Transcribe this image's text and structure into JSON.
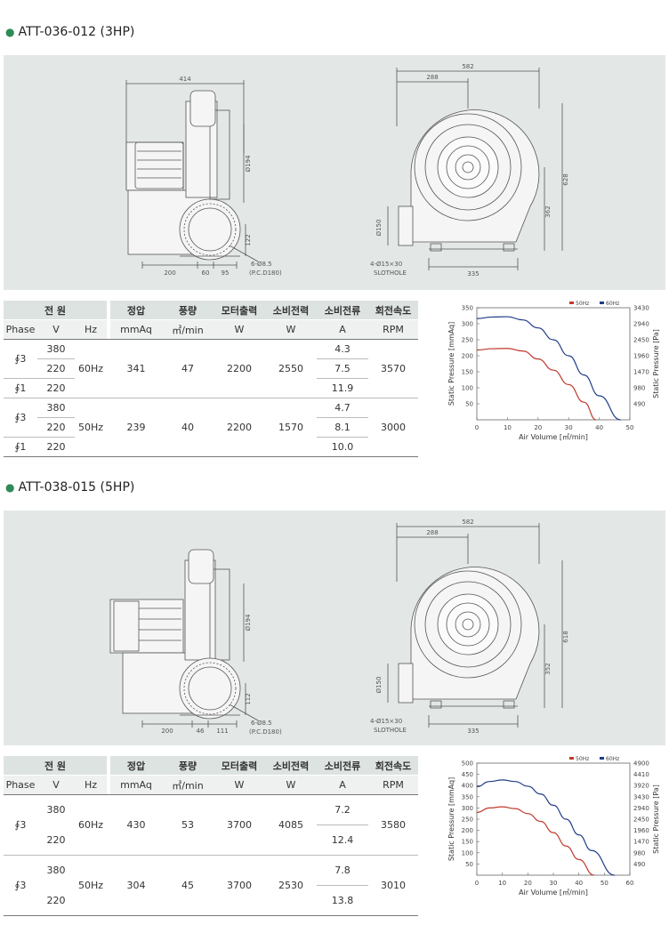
{
  "sections": [
    {
      "title": "ATT-036-012 (3HP)",
      "drawing": {
        "side_dims": {
          "length": "414",
          "fan_dia": "Ø194",
          "base_a": "200",
          "base_b": "60",
          "base_c": "95",
          "height": "122",
          "holes": "6-Ø8.5",
          "pcd": "(P.C.D180)"
        },
        "front_dims": {
          "width": "582",
          "half": "288",
          "height": "628",
          "inner_h": "362",
          "outlet": "Ø150",
          "base_w": "335",
          "slot": "4-Ø15×30",
          "slot_label": "SLOTHOLE"
        }
      },
      "table": {
        "headers1": [
          "전 원",
          "정압",
          "풍량",
          "모터출력",
          "소비전력",
          "소비전류",
          "회전속도"
        ],
        "headers2": [
          "Phase",
          "V",
          "Hz",
          "mmAq",
          "㎥/min",
          "W",
          "W",
          "A",
          "RPM"
        ],
        "groups": [
          {
            "hz": "60Hz",
            "pressure": "341",
            "flow": "47",
            "motor": "2200",
            "power": "2550",
            "rpm": "3570",
            "rows": [
              {
                "phase": "∮3",
                "v": "380",
                "a": "4.3"
              },
              {
                "phase": "",
                "v": "220",
                "a": "7.5"
              },
              {
                "phase": "∮1",
                "v": "220",
                "a": "11.9"
              }
            ]
          },
          {
            "hz": "50Hz",
            "pressure": "239",
            "flow": "40",
            "motor": "2200",
            "power": "1570",
            "rpm": "3000",
            "rows": [
              {
                "phase": "∮3",
                "v": "380",
                "a": "4.7"
              },
              {
                "phase": "",
                "v": "220",
                "a": "8.1"
              },
              {
                "phase": "∮1",
                "v": "220",
                "a": "10.0"
              }
            ]
          }
        ]
      },
      "chart_data": {
        "type": "line",
        "xlabel": "Air Volume [㎥/min]",
        "ylabel": "Static Pressure [mmAq]",
        "ylabel_right": "Static Pressure [Pa]",
        "xlim": [
          0,
          50
        ],
        "ylim": [
          0,
          350
        ],
        "x_ticks": [
          0,
          10,
          20,
          30,
          40,
          50
        ],
        "y_ticks": [
          50,
          100,
          150,
          200,
          250,
          300,
          350
        ],
        "y_right_ticks": [
          "490",
          "980",
          "1470",
          "1960",
          "2450",
          "2940",
          "3430"
        ],
        "legend": "top-right",
        "series": [
          {
            "name": "50Hz",
            "color": "#c0392b",
            "x": [
              0,
              5,
              10,
              15,
              20,
              25,
              30,
              35,
              39
            ],
            "y": [
              218,
              222,
              223,
              215,
              190,
              155,
              110,
              55,
              0
            ]
          },
          {
            "name": "60Hz",
            "color": "#1f3c88",
            "x": [
              0,
              5,
              10,
              15,
              20,
              25,
              30,
              35,
              40,
              47
            ],
            "y": [
              316,
              321,
              322,
              312,
              287,
              250,
              200,
              140,
              75,
              0
            ]
          }
        ]
      }
    },
    {
      "title": "ATT-038-015 (5HP)",
      "drawing": {
        "side_dims": {
          "length": "",
          "fan_dia": "Ø194",
          "base_a": "200",
          "base_b": "46",
          "base_c": "111",
          "height": "112",
          "holes": "6-Ø8.5",
          "pcd": "(P.C.D180)"
        },
        "front_dims": {
          "width": "582",
          "half": "288",
          "height": "618",
          "inner_h": "352",
          "outlet": "Ø150",
          "base_w": "335",
          "slot": "4-Ø15×30",
          "slot_label": "SLOTHOLE"
        }
      },
      "table": {
        "headers1": [
          "전 원",
          "정압",
          "풍량",
          "모터출력",
          "소비전력",
          "소비전류",
          "회전속도"
        ],
        "headers2": [
          "Phase",
          "V",
          "Hz",
          "mmAq",
          "㎥/min",
          "W",
          "W",
          "A",
          "RPM"
        ],
        "groups": [
          {
            "hz": "60Hz",
            "pressure": "430",
            "flow": "53",
            "motor": "3700",
            "power": "4085",
            "rpm": "3580",
            "rows": [
              {
                "phase": "∮3",
                "v": "380",
                "a": "7.2"
              },
              {
                "phase": "",
                "v": "220",
                "a": "12.4"
              }
            ]
          },
          {
            "hz": "50Hz",
            "pressure": "304",
            "flow": "45",
            "motor": "3700",
            "power": "2530",
            "rpm": "3010",
            "rows": [
              {
                "phase": "∮3",
                "v": "380",
                "a": "7.8"
              },
              {
                "phase": "",
                "v": "220",
                "a": "13.8"
              }
            ]
          }
        ]
      },
      "chart_data": {
        "type": "line",
        "xlabel": "Air Volume [㎥/min]",
        "ylabel": "Static Pressure [mmAq]",
        "ylabel_right": "Static Pressure [Pa]",
        "xlim": [
          0,
          60
        ],
        "ylim": [
          0,
          500
        ],
        "x_ticks": [
          0,
          10,
          20,
          30,
          40,
          50,
          60
        ],
        "y_ticks": [
          50,
          100,
          150,
          200,
          250,
          300,
          350,
          400,
          450,
          500
        ],
        "y_right_ticks": [
          "490",
          "980",
          "1470",
          "1960",
          "2450",
          "2940",
          "3430",
          "3920",
          "4410",
          "4900"
        ],
        "legend": "top-right",
        "series": [
          {
            "name": "50Hz",
            "color": "#c0392b",
            "x": [
              0,
              5,
              10,
              15,
              20,
              25,
              30,
              35,
              40,
              46
            ],
            "y": [
              280,
              300,
              305,
              297,
              275,
              240,
              190,
              130,
              70,
              0
            ]
          },
          {
            "name": "60Hz",
            "color": "#1f3c88",
            "x": [
              0,
              5,
              10,
              15,
              20,
              25,
              30,
              35,
              40,
              45,
              54
            ],
            "y": [
              395,
              418,
              425,
              418,
              397,
              362,
              312,
              250,
              180,
              110,
              0
            ]
          }
        ]
      }
    }
  ]
}
